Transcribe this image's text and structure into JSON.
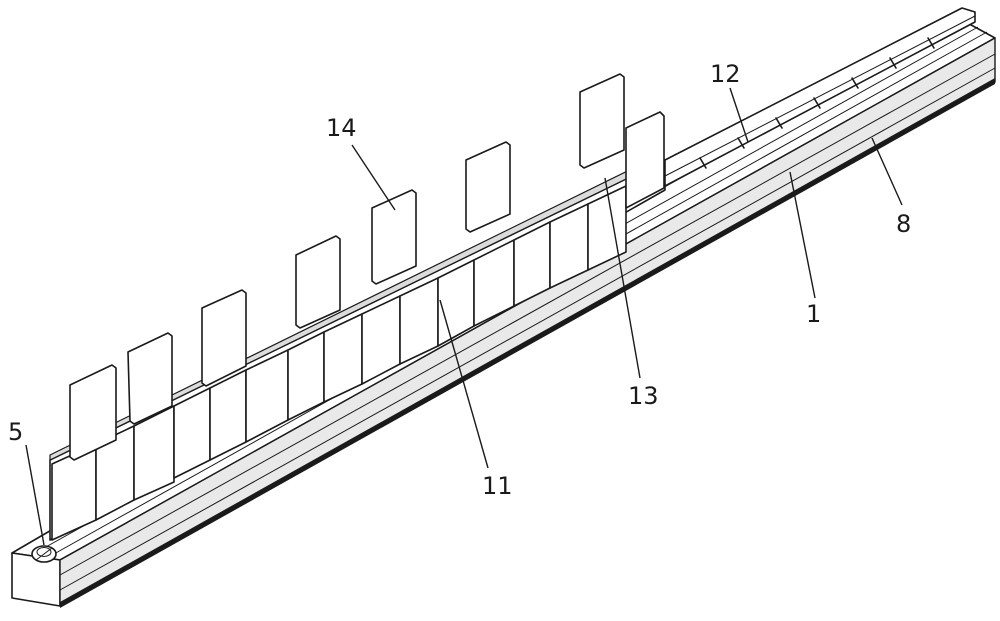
{
  "callouts": [
    {
      "id": "label-5",
      "text": "5"
    },
    {
      "id": "label-14",
      "text": "14"
    },
    {
      "id": "label-12",
      "text": "12"
    },
    {
      "id": "label-8",
      "text": "8"
    },
    {
      "id": "label-1",
      "text": "1"
    },
    {
      "id": "label-13",
      "text": "13"
    },
    {
      "id": "label-11",
      "text": "11"
    }
  ]
}
